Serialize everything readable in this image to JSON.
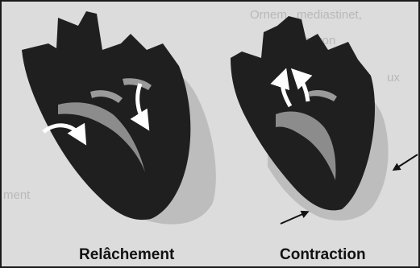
{
  "figure": {
    "left_caption": "Relâchement",
    "right_caption": "Contraction",
    "background_text": [
      "Ornem",
      "mediastinet,",
      "peron",
      "ux",
      "ment"
    ]
  },
  "colors": {
    "background": "#dcdcdc",
    "heart_dark": "#1f1f1f",
    "wall_light": "#bdbdbd",
    "arrow": "#ffffff",
    "caption": "#111111"
  }
}
